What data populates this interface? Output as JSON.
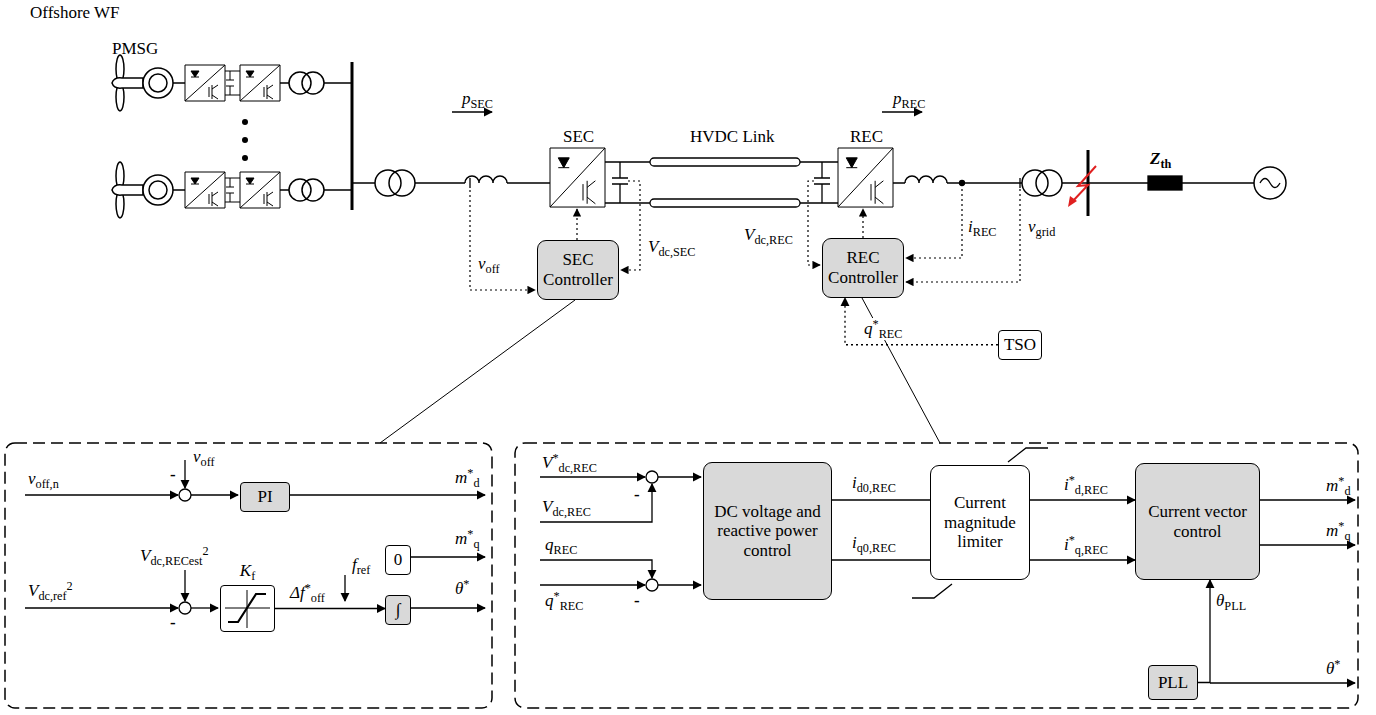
{
  "diagram": {
    "nodes": [
      {
        "text": [
          "SEC Controller"
        ]
      },
      {
        "text": [
          "REC Controller"
        ]
      },
      {
        "text": [
          "TSO"
        ]
      },
      {
        "text": [
          "PI"
        ]
      },
      {
        "text": [
          "0"
        ]
      },
      {
        "text": [
          "Kf"
        ]
      },
      {
        "text": [
          "∫"
        ]
      },
      {
        "text": [
          "DC voltage and reactive power control"
        ]
      },
      {
        "text": [
          "Current magnitude limiter"
        ]
      },
      {
        "text": [
          "Current vector control"
        ]
      },
      {
        "text": [
          "PLL"
        ]
      }
    ],
    "edges": [
      {
        "from": 2,
        "to": 1,
        "arrow": "to",
        "label": "q*REC"
      },
      {
        "from": 7,
        "to": 8,
        "arrow": "none",
        "label": "id0,REC"
      },
      {
        "from": 7,
        "to": 8,
        "arrow": "none",
        "label": "iq0,REC"
      },
      {
        "from": 8,
        "to": 9,
        "arrow": "to",
        "label": "i*d,REC"
      },
      {
        "from": 8,
        "to": 9,
        "arrow": "to",
        "label": "i*q,REC"
      },
      {
        "from": 5,
        "to": 6,
        "arrow": "to",
        "label": "Δf*off"
      },
      {
        "from": 10,
        "to": 9,
        "arrow": "to",
        "label": "θPLL"
      }
    ],
    "labels": [
      "Offshore WF",
      "PMSG",
      "pSEC",
      "SEC",
      "HVDC Link",
      "REC",
      "pREC",
      "Zth",
      "voff",
      "Vdc,SEC",
      "Vdc,REC",
      "iREC",
      "vgrid",
      "voff,n",
      "voff",
      "-",
      "m*d",
      "m*q",
      "Vdc,RECest2",
      "Vdc,ref2",
      "-",
      "fref",
      "θ*",
      "V*dc,REC",
      "Vdc,REC",
      "-",
      "qREC",
      "q*REC",
      "-",
      "m*d",
      "m*q",
      "θ*"
    ]
  }
}
